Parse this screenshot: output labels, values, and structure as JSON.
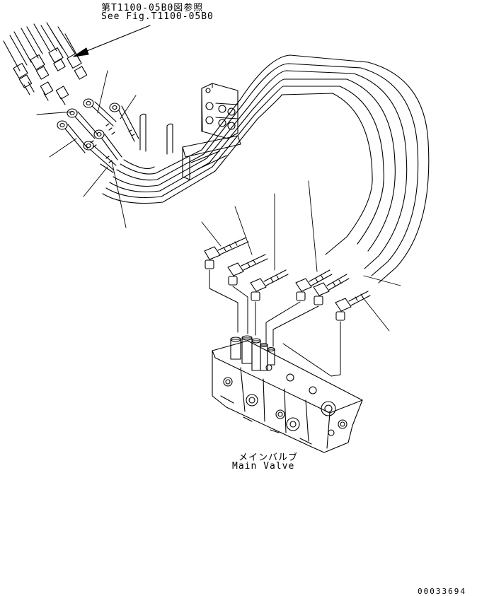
{
  "references": {
    "fig_jp": "第T1100-05B0図参照",
    "fig_en": "See Fig.T1100-05B0"
  },
  "parts": {
    "main_valve_jp": "メインバルブ",
    "main_valve_en": "Main Valve"
  },
  "drawing_number": "00033694",
  "colors": {
    "line": "#000000",
    "background": "#ffffff"
  }
}
